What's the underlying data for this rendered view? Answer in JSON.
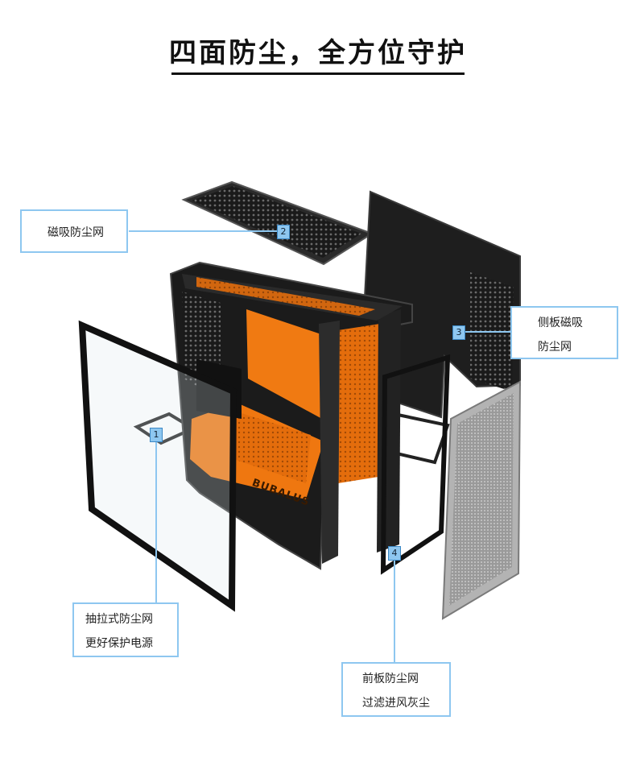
{
  "title": "四面防尘，全方位守护",
  "brand": "BUBALUS",
  "callouts": [
    {
      "number": "1",
      "lines": [
        "抽拉式防尘网",
        "更好保护电源"
      ]
    },
    {
      "number": "2",
      "lines": [
        "磁吸防尘网"
      ]
    },
    {
      "number": "3",
      "lines": [
        "侧板磁吸",
        "防尘网"
      ]
    },
    {
      "number": "4",
      "lines": [
        "前板防尘网",
        "过滤进风灰尘"
      ]
    }
  ],
  "colors": {
    "accent_orange": "#f07a12",
    "case_black": "#1c1c1c",
    "callout_blue": "#8ec7f0",
    "mesh_gray": "#8a8a8a"
  }
}
